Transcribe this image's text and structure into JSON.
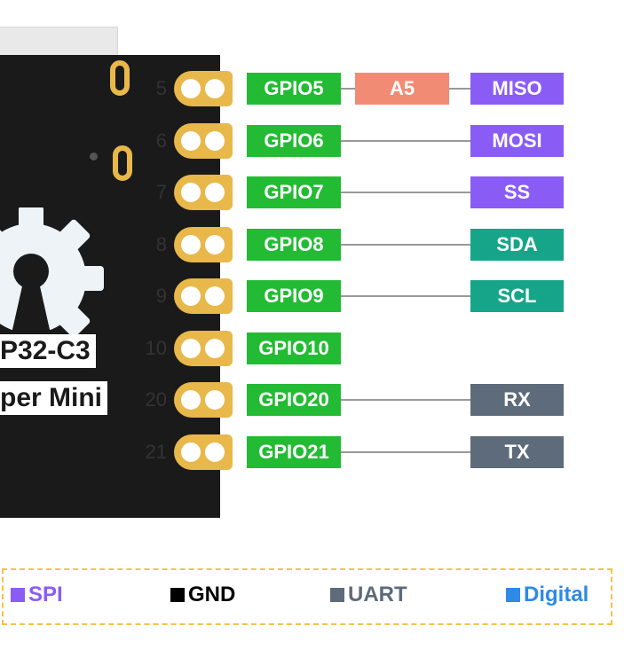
{
  "board": {
    "line1": "P32-C3",
    "line2": "per Mini"
  },
  "pins": [
    {
      "num": "5",
      "gpio": "GPIO5",
      "analog": "A5",
      "func": "MISO",
      "func_color": "#8a5cf6"
    },
    {
      "num": "6",
      "gpio": "GPIO6",
      "analog": "",
      "func": "MOSI",
      "func_color": "#8a5cf6"
    },
    {
      "num": "7",
      "gpio": "GPIO7",
      "analog": "",
      "func": "SS",
      "func_color": "#8a5cf6"
    },
    {
      "num": "8",
      "gpio": "GPIO8",
      "analog": "",
      "func": "SDA",
      "func_color": "#17a589"
    },
    {
      "num": "9",
      "gpio": "GPIO9",
      "analog": "",
      "func": "SCL",
      "func_color": "#17a589"
    },
    {
      "num": "10",
      "gpio": "GPIO10",
      "analog": "",
      "func": "",
      "func_color": ""
    },
    {
      "num": "20",
      "gpio": "GPIO20",
      "analog": "",
      "func": "RX",
      "func_color": "#5d6b7a"
    },
    {
      "num": "21",
      "gpio": "GPIO21",
      "analog": "",
      "func": "TX",
      "func_color": "#5d6b7a"
    }
  ],
  "colors": {
    "gpio": "#22bb33",
    "analog": "#f28b74",
    "pad": "#e8b84a"
  },
  "legend": [
    {
      "label": "SPI",
      "color": "#8a5cf6",
      "text_color": "#8a5cf6"
    },
    {
      "label": "GND",
      "color": "#000000",
      "text_color": "#000000"
    },
    {
      "label": "UART",
      "color": "#5d6b7a",
      "text_color": "#5d6b7a"
    },
    {
      "label": "Digital",
      "color": "#2e8ae6",
      "text_color": "#2e8ae6"
    }
  ]
}
